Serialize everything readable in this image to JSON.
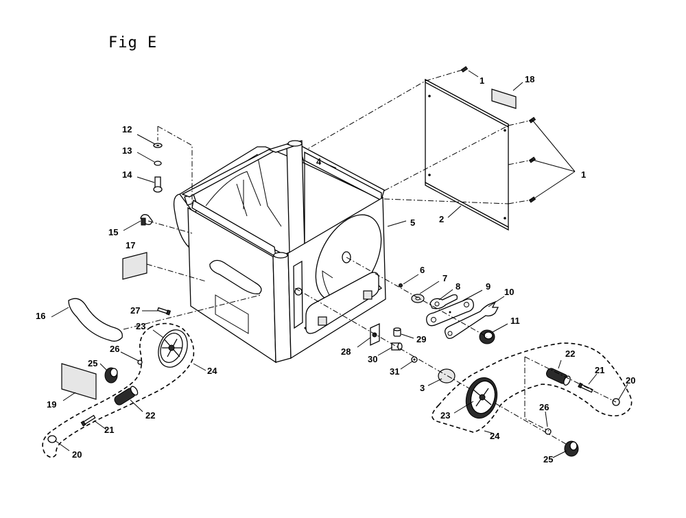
{
  "figure": {
    "title": "Fig E"
  },
  "callouts": [
    {
      "label": "1",
      "part": "screw-top"
    },
    {
      "label": "1",
      "part": "screws-side"
    },
    {
      "label": "2",
      "part": "rear-panel"
    },
    {
      "label": "3",
      "part": "washer-large"
    },
    {
      "label": "4",
      "part": "screw"
    },
    {
      "label": "5",
      "part": "cabinet"
    },
    {
      "label": "6",
      "part": "small-screw"
    },
    {
      "label": "7",
      "part": "washer"
    },
    {
      "label": "8",
      "part": "wrench-small"
    },
    {
      "label": "9",
      "part": "wrench"
    },
    {
      "label": "10",
      "part": "open-wrench"
    },
    {
      "label": "11",
      "part": "knob"
    },
    {
      "label": "12",
      "part": "washer"
    },
    {
      "label": "13",
      "part": "lock-washer"
    },
    {
      "label": "14",
      "part": "bolt"
    },
    {
      "label": "15",
      "part": "clip"
    },
    {
      "label": "16",
      "part": "handle"
    },
    {
      "label": "17",
      "part": "label"
    },
    {
      "label": "18",
      "part": "label"
    },
    {
      "label": "19",
      "part": "label"
    },
    {
      "label": "20",
      "part": "cap"
    },
    {
      "label": "20",
      "part": "cap-right"
    },
    {
      "label": "21",
      "part": "pin"
    },
    {
      "label": "21",
      "part": "pin-right"
    },
    {
      "label": "22",
      "part": "grip"
    },
    {
      "label": "22",
      "part": "grip-right"
    },
    {
      "label": "23",
      "part": "handwheel"
    },
    {
      "label": "23",
      "part": "handwheel-right"
    },
    {
      "label": "24",
      "part": "handwheel-assembly"
    },
    {
      "label": "24",
      "part": "handwheel-assembly-right"
    },
    {
      "label": "25",
      "part": "knob"
    },
    {
      "label": "25",
      "part": "knob-right"
    },
    {
      "label": "26",
      "part": "washer"
    },
    {
      "label": "26",
      "part": "washer-right"
    },
    {
      "label": "27",
      "part": "screw"
    },
    {
      "label": "28",
      "part": "switch-plate"
    },
    {
      "label": "29",
      "part": "button"
    },
    {
      "label": "30",
      "part": "bushing"
    },
    {
      "label": "31",
      "part": "spring"
    }
  ]
}
